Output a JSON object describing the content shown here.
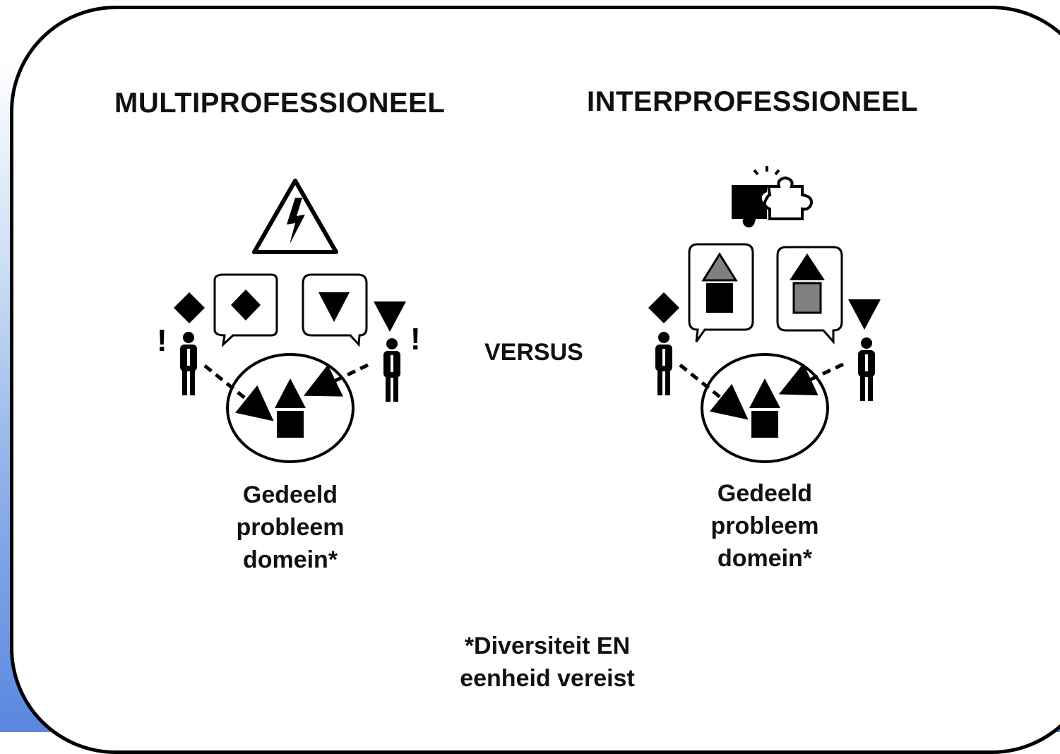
{
  "left_panel": {
    "title": "MULTIPROFESSIONEEL",
    "caption_lines": [
      "Gedeeld",
      "probleem",
      "domein*"
    ],
    "exclamation": "!"
  },
  "center": {
    "versus": "VERSUS"
  },
  "right_panel": {
    "title": "INTERPROFESSIONEEL",
    "caption_lines": [
      "Gedeeld",
      "probleem",
      "domein*"
    ]
  },
  "footnote_lines": [
    "*Diversiteit EN",
    "eenheid vereist"
  ],
  "colors": {
    "background_gradient_bottom": "#5a86e0",
    "frame_border": "#000000",
    "shape_fill": "#000000",
    "gray_fill": "#808080"
  }
}
